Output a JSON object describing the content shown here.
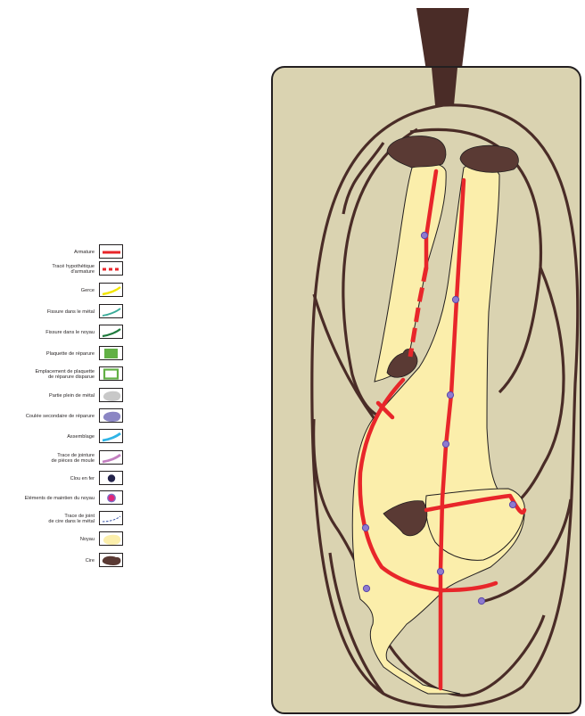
{
  "legend": {
    "items": [
      {
        "label": "Armature",
        "symbol": "armature-line-icon"
      },
      {
        "label": "Tracé hypothétique\nd'armature",
        "symbol": "hypothetical-armature-dashed-icon"
      },
      {
        "label": "Gerce",
        "symbol": "crack-curve-icon"
      },
      {
        "label": "Fissure dans le métal",
        "symbol": "metal-fissure-curve-icon"
      },
      {
        "label": "Fissure dans le noyau",
        "symbol": "core-fissure-curve-icon"
      },
      {
        "label": "Plaquette de réparure",
        "symbol": "repair-plate-square-icon"
      },
      {
        "label": "Emplacement de plaquette\nde réparure disparue",
        "symbol": "missing-plate-outline-icon"
      },
      {
        "label": "Partie plein de métal",
        "symbol": "solid-metal-blob-icon"
      },
      {
        "label": "Coulée secondaire de  réparure",
        "symbol": "secondary-casting-blob-icon"
      },
      {
        "label": "Assemblage",
        "symbol": "assembly-curve-icon"
      },
      {
        "label": "Trace de jointure\nde pièces de moule",
        "symbol": "mould-joint-curve-icon"
      },
      {
        "label": "Clou en fer",
        "symbol": "iron-nail-dot-icon"
      },
      {
        "label": "Eléments de maintien du noyau",
        "symbol": "core-support-dot-icon"
      },
      {
        "label": "Trace de joint\nde cire dans le métal",
        "symbol": "wax-joint-dashed-icon"
      },
      {
        "label": "Noyau",
        "symbol": "core-blob-icon"
      },
      {
        "label": "Cire",
        "symbol": "wax-blob-icon"
      }
    ]
  },
  "colors": {
    "armature": "#e8262a",
    "gerce": "#f2e600",
    "metal_fissure": "#3aab98",
    "core_fissure": "#1f7a3c",
    "repair_plate": "#62b045",
    "solid_metal": "#c8c8c8",
    "secondary_casting": "#8b86c4",
    "assembly": "#2fb4e6",
    "mould_joint": "#c37fc0",
    "iron_nail": "#22224a",
    "core_support_fill": "#e0257a",
    "core_support_ring": "#7d6dc4",
    "wax_joint": "#3a54a5",
    "core": "#fbeeab",
    "wax": "#5a3a34",
    "panel": "#dad3b1",
    "frame": "#4a2c27",
    "ink": "#231f20"
  }
}
